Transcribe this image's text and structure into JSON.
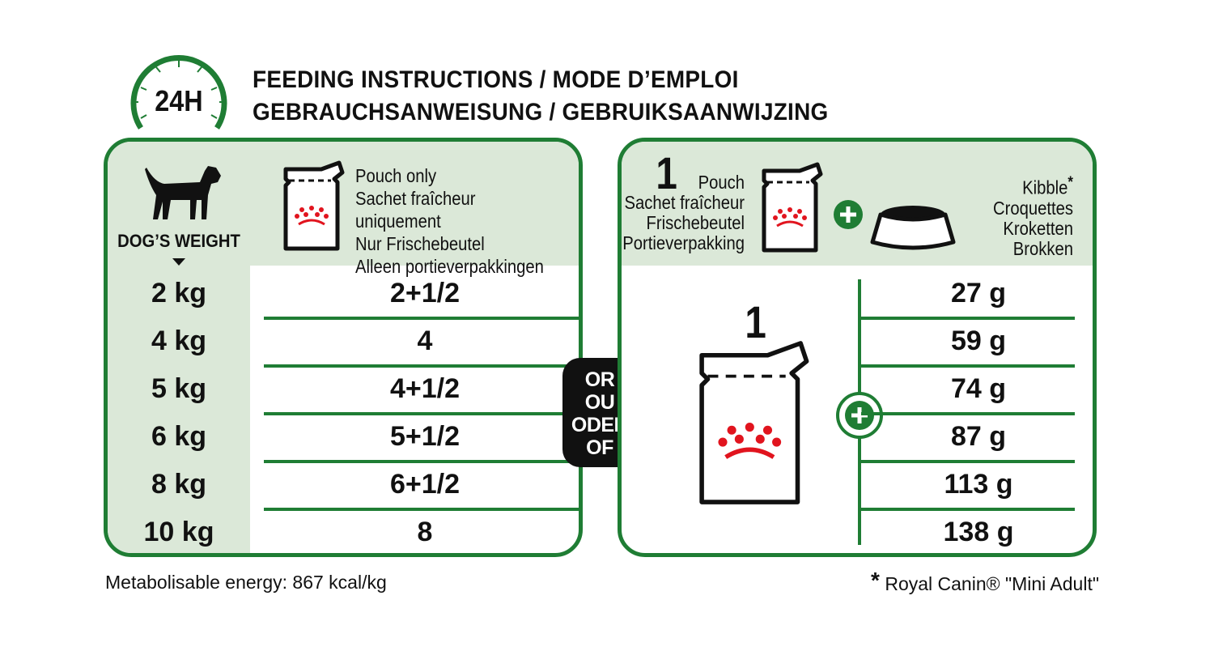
{
  "header": {
    "clock_label": "24H",
    "title_line1": "FEEDING INSTRUCTIONS / MODE D’EMPLOI",
    "title_line2": "GEBRAUCHSANWEISUNG / GEBRUIKSAANWIJZING"
  },
  "left": {
    "weight_label": "DOG’S WEIGHT",
    "pouch_lines": [
      "Pouch only",
      "Sachet fraîcheur uniquement",
      "Nur Frischebeutel",
      "Alleen portieverpakkingen"
    ],
    "rows": [
      {
        "weight": "2 kg",
        "pouches": "2+1/2"
      },
      {
        "weight": "4 kg",
        "pouches": "4"
      },
      {
        "weight": "5 kg",
        "pouches": "4+1/2"
      },
      {
        "weight": "6 kg",
        "pouches": "5+1/2"
      },
      {
        "weight": "8 kg",
        "pouches": "6+1/2"
      },
      {
        "weight": "10 kg",
        "pouches": "8"
      }
    ]
  },
  "or_badge": [
    "OR",
    "OU",
    "ODER",
    "OF"
  ],
  "right": {
    "pouch_count": "1",
    "pouch_lines": [
      "Pouch",
      "Sachet fraîcheur",
      "Frischebeutel",
      "Portieverpakking"
    ],
    "kibble_lines": [
      "Kibble",
      "Croquettes",
      "Kroketten",
      "Brokken"
    ],
    "asterisk": "*",
    "big_pouch_count": "1",
    "kibble_grams": [
      "27 g",
      "59 g",
      "74 g",
      "87 g",
      "113 g",
      "138 g"
    ]
  },
  "footer": {
    "energy": "Metabolisable energy: 867 kcal/kg",
    "note_star": "*",
    "note": "Royal Canin® \"Mini Adult\""
  },
  "colors": {
    "green": "#1f7d34",
    "light_green": "#dbe8d8",
    "crown_red": "#e1141e"
  }
}
